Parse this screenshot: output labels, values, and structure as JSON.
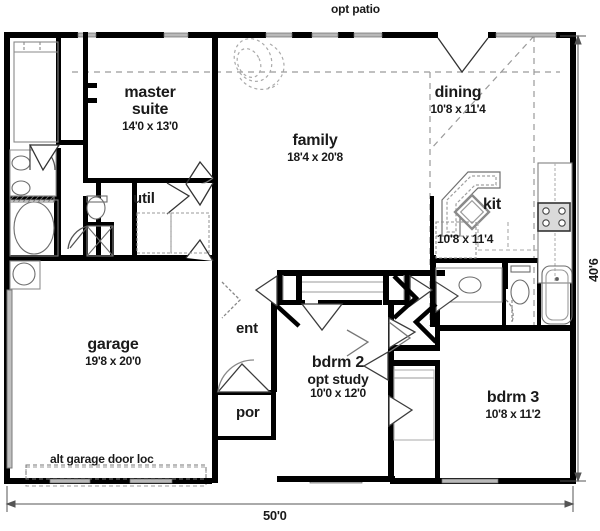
{
  "drawing": {
    "type": "residential-floor-plan",
    "overall_width_label": "50'0",
    "overall_height_label": "40'6",
    "background_color": "#ffffff",
    "wall_color": "#000000",
    "fixture_color": "#808080",
    "dashed_color": "#999999"
  },
  "rooms": [
    {
      "id": "master-suite",
      "name_line1": "master",
      "name_line2": "suite",
      "dimensions": "14'0 x 13'0"
    },
    {
      "id": "family",
      "name_line1": "family",
      "name_line2": "",
      "dimensions": "18'4 x 20'8"
    },
    {
      "id": "dining",
      "name_line1": "dining",
      "name_line2": "",
      "dimensions": "10'8 x 11'4"
    },
    {
      "id": "kitchen",
      "name_line1": "kit",
      "name_line2": "",
      "dimensions": "10'8 x 11'4"
    },
    {
      "id": "garage",
      "name_line1": "garage",
      "name_line2": "",
      "dimensions": "19'8 x 20'0"
    },
    {
      "id": "bedroom-2",
      "name_line1": "bdrm 2",
      "name_line2": "opt study",
      "dimensions": "10'0 x 12'0"
    },
    {
      "id": "bedroom-3",
      "name_line1": "bdrm 3",
      "name_line2": "",
      "dimensions": "10'8 x 11'2"
    },
    {
      "id": "utility",
      "name_line1": "util",
      "name_line2": "",
      "dimensions": ""
    },
    {
      "id": "entry",
      "name_line1": "ent",
      "name_line2": "",
      "dimensions": ""
    },
    {
      "id": "porch",
      "name_line1": "por",
      "name_line2": "",
      "dimensions": ""
    }
  ],
  "notes": {
    "opt_patio": "opt patio",
    "alt_garage_door": "alt garage door loc"
  },
  "dimension_lines": {
    "bottom": "50'0",
    "right": "40'6"
  }
}
